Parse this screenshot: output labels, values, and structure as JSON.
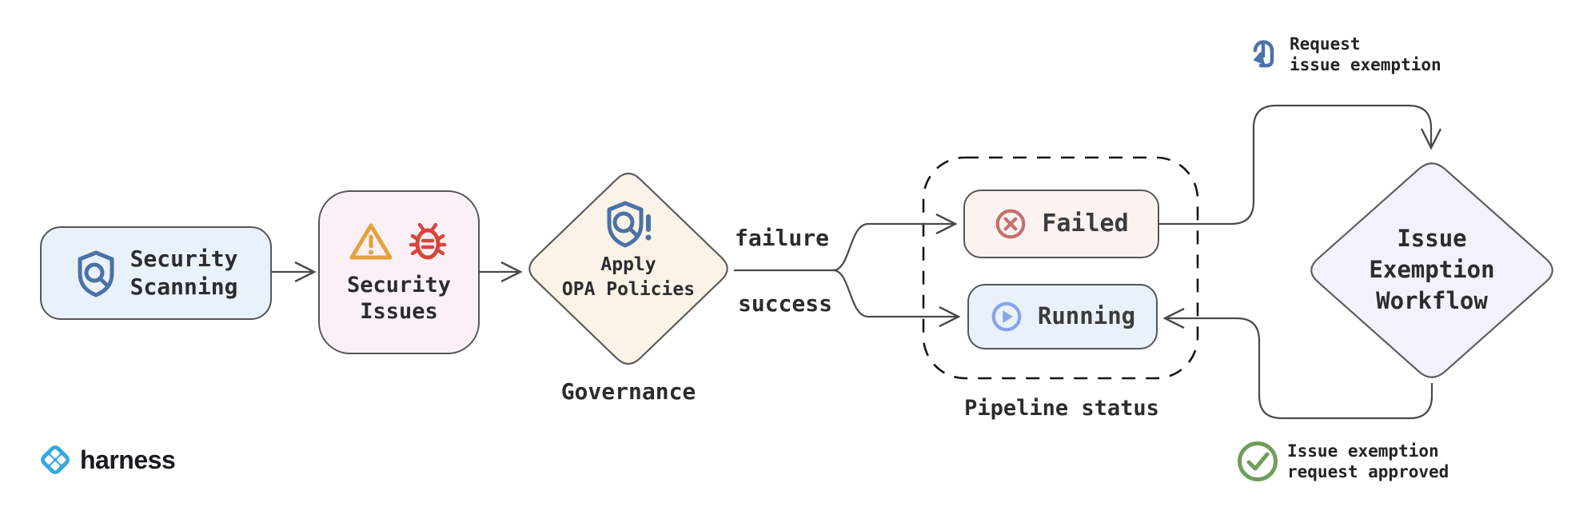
{
  "diagram": {
    "scan": {
      "label": "Security\nScanning"
    },
    "issues": {
      "label": "Security\nIssues"
    },
    "opa": {
      "label": "Apply\nOPA Policies",
      "caption": "Governance"
    },
    "edges": {
      "failure": "failure",
      "success": "success"
    },
    "pipeline": {
      "caption": "Pipeline status",
      "failed": "Failed",
      "running": "Running"
    },
    "exemption": {
      "label": "Issue\nExemption\nWorkflow"
    },
    "annotations": {
      "request": "Request\nissue exemption",
      "approved": "Issue exemption\nrequest approved"
    }
  },
  "footer": {
    "brand": "harness"
  },
  "colors": {
    "connector": "#4a4a4c",
    "scan_box_bg": "#e9f1fa",
    "issues_box_bg": "#fbf0f5",
    "opa_diamond_bg": "#fbf3e7",
    "failed_box_bg": "#fcf2f0",
    "running_box_bg": "#e9f2fb",
    "exemption_diamond_bg": "#f3f1fb",
    "shield_icon_blue": "#4a72a8",
    "warning_icon_orange": "#e2a23b",
    "bug_icon_red": "#d9453a",
    "failed_icon_rose": "#c4706e",
    "running_icon_blue": "#8aa2ec",
    "approved_icon_green": "#6f9e5b",
    "brand_blue": "#35a7e2"
  }
}
